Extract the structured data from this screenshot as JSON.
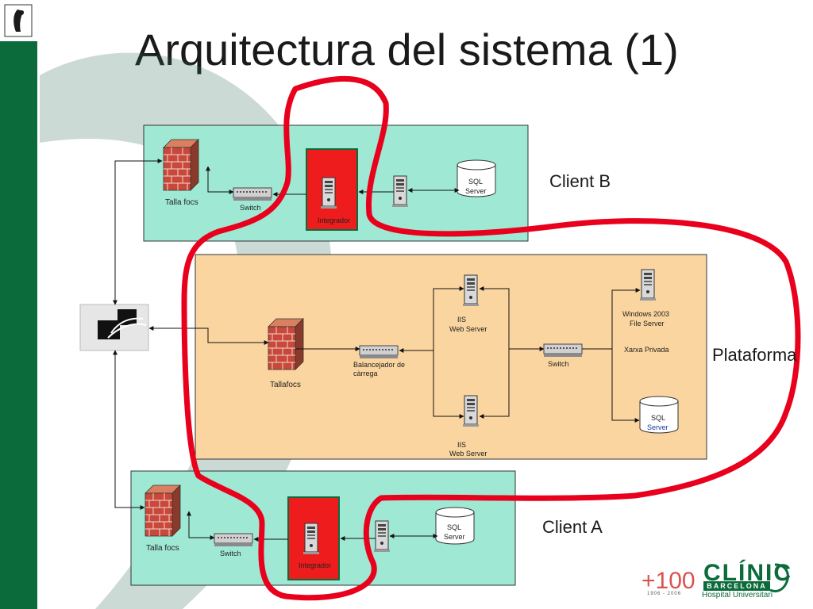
{
  "slide": {
    "title": "Arquitectura del sistema (1)"
  },
  "zones": {
    "client_b": "Client B",
    "plataforma": "Plataforma",
    "client_a": "Client A"
  },
  "client_b": {
    "firewall": "Talla focs",
    "switch": "Switch",
    "integrator": "Integrador",
    "sql_line1": "SQL",
    "sql_line2": "Server"
  },
  "plataforma": {
    "firewall": "Tallafocs",
    "balancer_line1": "Balancejador de",
    "balancer_line2": "càrrega",
    "iis1_line1": "IIS",
    "iis1_line2": "Web Server",
    "iis2_line1": "IIS",
    "iis2_line2": "Web Server",
    "switch": "Switch",
    "fileserver_line1": "Windows 2003",
    "fileserver_line2": "File Server",
    "private_net": "Xarxa Privada",
    "sql_line1": "SQL",
    "sql_line2": "Server"
  },
  "client_a": {
    "firewall": "Talla focs",
    "switch": "Switch",
    "integrator": "Integrador",
    "sql_line1": "SQL",
    "sql_line2": "Server"
  },
  "logo": {
    "anniversary": "+100",
    "years": "1906 - 2006",
    "name": "CLÍNIC",
    "city": "BARCELONA",
    "hospital": "Hospital Universitari"
  },
  "colors": {
    "sidebar": "#0b6b3a",
    "client_zone": "#9fe8d4",
    "platform_zone": "#fbd59f",
    "highlight": "#e8001c"
  }
}
